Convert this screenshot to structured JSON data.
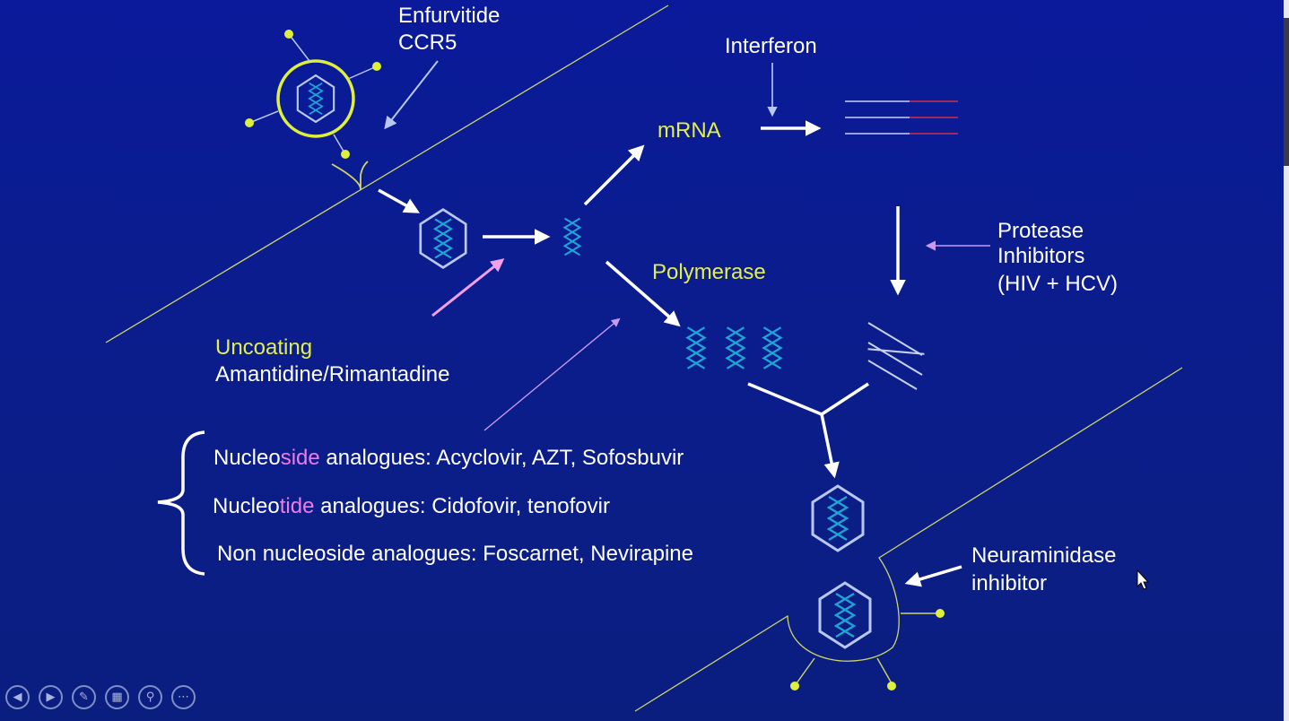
{
  "labels": {
    "enfurvitide": "Enfurvitide",
    "ccr5": "CCR5",
    "interferon": "Interferon",
    "mrna": "mRNA",
    "polymerase": "Polymerase",
    "protease_line1": "Protease",
    "protease_line2": "Inhibitors",
    "protease_line3": "(HIV + HCV)",
    "uncoating": "Uncoating",
    "amantidine": "Amantidine/Rimantadine",
    "neuraminidase_line1": "Neuraminidase",
    "neuraminidase_line2": "inhibitor"
  },
  "analogues": [
    {
      "pre": "Nucleo",
      "hl": "side",
      "post": " analogues: Acyclovir, AZT, Sofosbuvir"
    },
    {
      "pre": "Nucleo",
      "hl": "tide",
      "post": " analogues: Cidofovir, tenofovir"
    },
    {
      "pre": "Non nucleoside analogues: Foscarnet, Nevirapine",
      "hl": "",
      "post": ""
    }
  ],
  "toolbar": [
    {
      "icon": "previous-icon",
      "glyph": "◀"
    },
    {
      "icon": "next-icon",
      "glyph": "▶"
    },
    {
      "icon": "pen-icon",
      "glyph": "✎"
    },
    {
      "icon": "slides-icon",
      "glyph": "▦"
    },
    {
      "icon": "zoom-icon",
      "glyph": "⚲"
    },
    {
      "icon": "more-icon",
      "glyph": "⋯"
    }
  ],
  "colors": {
    "background": "#0b1d8c",
    "label_yellow": "#e3f04a",
    "highlight_pink": "#f07ae6",
    "helix_cyan": "#1fa4d6",
    "arrow_lavender": "#c89af0",
    "capsid_outline": "#b9c8f2",
    "membrane": "#cfd56a"
  }
}
